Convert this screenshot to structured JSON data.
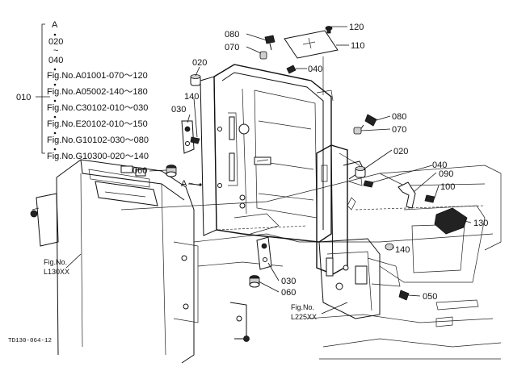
{
  "figure_code": "TD130-064-12",
  "callouts": {
    "c010": "010",
    "c020_left": "020",
    "c020_right": "020",
    "c030_top": "030",
    "c030_bottom": "030",
    "c040_top": "040",
    "c040_right": "040",
    "c050": "050",
    "c060_left": "060",
    "c060_bottom": "060",
    "c070_top": "070",
    "c070_right": "070",
    "c080_top": "080",
    "c080_right": "080",
    "c090": "090",
    "c100": "100",
    "c110": "110",
    "c120": "120",
    "c130": "130",
    "c140_left": "140",
    "c140_bottom": "140",
    "marker_a_view": "A"
  },
  "bracket_list": {
    "line_a": "A",
    "line_020": "020",
    "tilde": "~",
    "line_040": "040",
    "fig_refs": [
      "Fig.No.A01001-070～120",
      "Fig.No.A05002-140～180",
      "Fig.No.C30102-010～030",
      "Fig.No.E20102-010～150",
      "Fig.No.G10102-030～080",
      "Fig.No.G10300-020～140"
    ]
  },
  "fig_refs": {
    "l130": {
      "line1": "Fig.No.",
      "line2": "L130XX"
    },
    "l225": {
      "line1": "Fig.No.",
      "line2": "L225XX"
    }
  }
}
